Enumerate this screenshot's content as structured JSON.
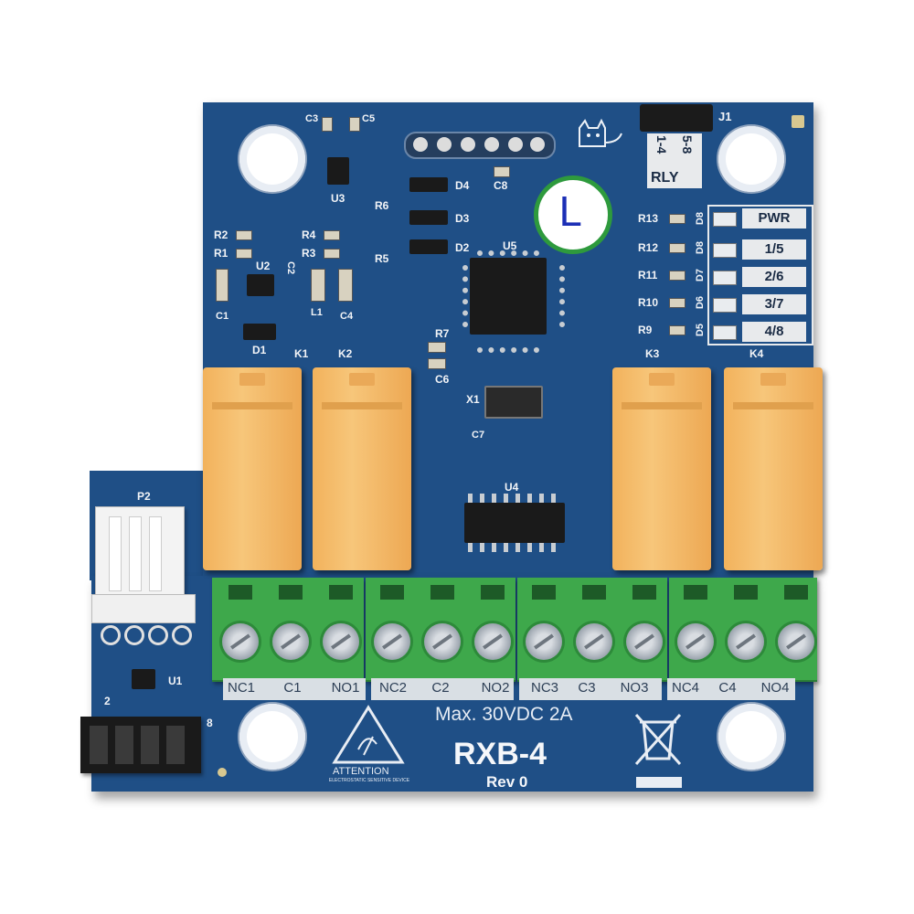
{
  "board": {
    "model": "RXB-4",
    "revision": "Rev 0",
    "rating": "Max. 30VDC 2A",
    "jumper_label": "J1",
    "jumper_opt_a": "1-4",
    "jumper_opt_b": "5-8",
    "jumper_rly": "RLY",
    "attention": "ATTENTION",
    "attention_sub": "ELECTROSTATIC SENSITIVE DEVICE",
    "sticker": "L"
  },
  "status_leds": [
    "PWR",
    "1/5",
    "2/6",
    "3/7",
    "4/8"
  ],
  "led_refs": [
    "D8",
    "D8",
    "D7",
    "D6",
    "D5"
  ],
  "resistor_refs": [
    "R13",
    "R12",
    "R11",
    "R10",
    "R9"
  ],
  "relays": [
    "K1",
    "K2",
    "K3",
    "K4"
  ],
  "terminals": [
    "NC1",
    "C1",
    "NO1",
    "NC2",
    "C2",
    "NO2",
    "NC3",
    "C3",
    "NO3",
    "NC4",
    "C4",
    "NO4"
  ],
  "components": {
    "u1": "U1",
    "u2": "U2",
    "u3": "U3",
    "u4": "U4",
    "u5": "U5",
    "p2": "P2",
    "x1": "X1",
    "c1": "C1",
    "c2": "C2",
    "c3": "C3",
    "c4": "C4",
    "c5": "C5",
    "c6": "C6",
    "c7": "C7",
    "c8": "C8",
    "d1": "D1",
    "d2": "D2",
    "d3": "D3",
    "d4": "D4",
    "r1": "R1",
    "r2": "R2",
    "r3": "R3",
    "r4": "R4",
    "r5": "R5",
    "r6": "R6",
    "r7": "R7",
    "l1": "L1",
    "hdr_2": "2",
    "hdr_8": "8"
  }
}
